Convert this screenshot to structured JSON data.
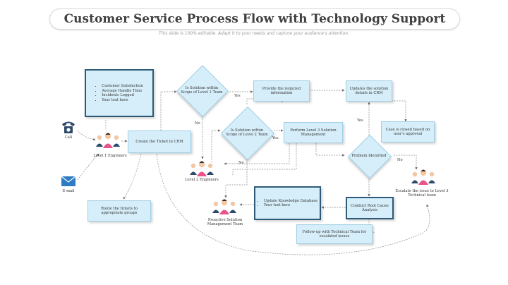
{
  "title": "Customer Service Process Flow with Technology Support",
  "subtitle": "This slide is 100% editable. Adapt it to your needs and capture your audience's attention.",
  "colors": {
    "box_fill": "#d6eef9",
    "box_border": "#9fcfe6",
    "dark_border": "#2e5a7a",
    "accent_pink": "#e8538a",
    "icon_navy": "#2e4a6b"
  },
  "nodes": {
    "metrics_items": [
      "Customer Satisfaction",
      "Average Handle Time",
      "Incidents Logged",
      "Your text here"
    ],
    "create_ticket": "Create the Ticket in CRM",
    "route_tickets": "Route the tickets to appropriate groups",
    "decision_level1": "Is Solution within Scope of Level 1 Team",
    "decision_level2": "Is Solution within Scope of Level 2 Team",
    "provide_info": "Provide the required information",
    "update_solution": "Updates the solution details in CRM",
    "case_closed": "Case is closed based on user's approval",
    "perform_level3": "Perform Level 3 Solution Management",
    "problem_identified": "Problem Identified",
    "knowledge_items": [
      "Update Knowledge Database",
      "Your text here"
    ],
    "root_cause": "Conduct Root Cause Analysis",
    "follow_up": "Follow-up with Technical Team for escalated issues"
  },
  "labels": {
    "call": "Call",
    "email": "E-mail",
    "level1_engineers": "Level 1 Engineers",
    "level2_engineers": "Level 2 Engineers",
    "escalate": "Escalate the issue to Level 3 Technical team",
    "proactive": "Proactive Solution Management Team",
    "yes_1": "Yes",
    "yes_2": "Yes",
    "yes_3": "Yes",
    "no_1": "No",
    "no_2": "No",
    "no_3": "No"
  }
}
